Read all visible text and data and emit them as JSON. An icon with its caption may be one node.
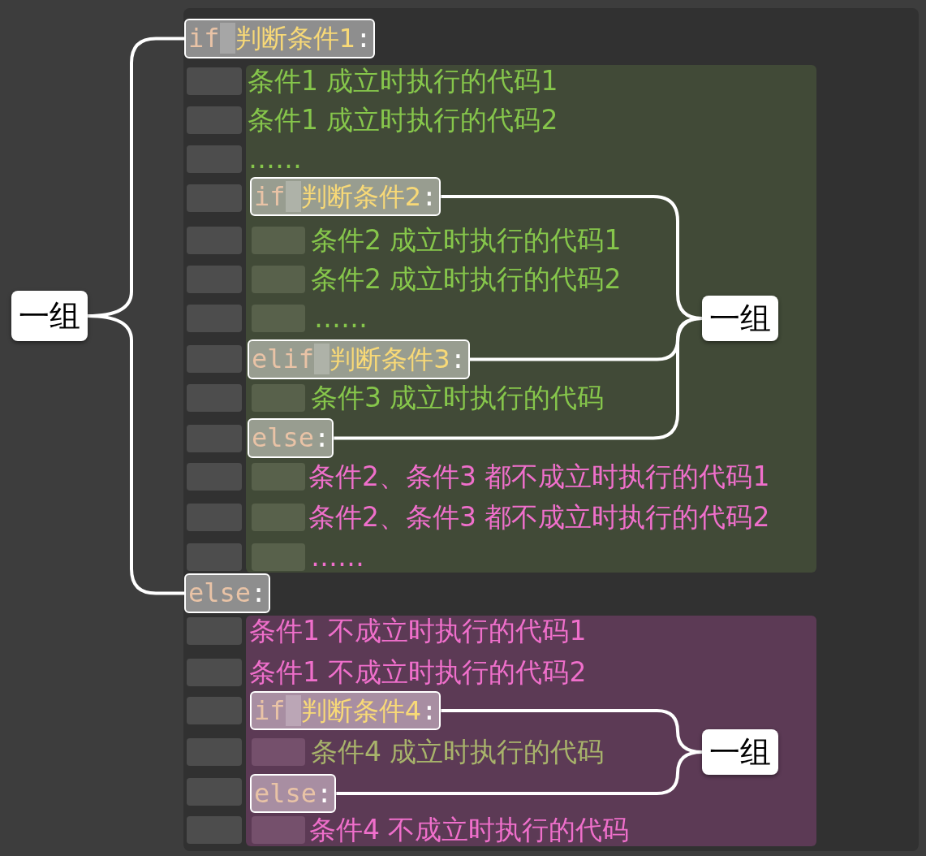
{
  "diagram": {
    "nodes": [
      {
        "text": [
          "一组"
        ]
      },
      {
        "text": [],
        "shape": "box"
      },
      {
        "text": [
          "if 判断条件1:"
        ],
        "in": 1
      },
      {
        "text": [
          "条件1 成立时执行的代码1",
          "条件1 成立时执行的代码2",
          "……",
          "条件2 成立时执行的代码1",
          "条件2 成立时执行的代码2",
          "……",
          "条件3 成立时执行的代码",
          "条件2、条件3 都不成立时执行的代码1",
          "条件2、条件3 都不成立时执行的代码2",
          "……"
        ],
        "in": 1
      },
      {
        "text": [
          "if 判断条件2:"
        ],
        "in": 3
      },
      {
        "text": [
          "一组"
        ],
        "in": 3
      },
      {
        "text": [
          "elif 判断条件3:"
        ],
        "in": 3
      },
      {
        "text": [
          "else:"
        ],
        "in": 3
      },
      {
        "text": [
          "else:"
        ],
        "in": 1
      },
      {
        "text": [
          "条件1 不成立时执行的代码1",
          "条件1 不成立时执行的代码2",
          "条件4 成立时执行的代码",
          "条件4 不成立时执行的代码"
        ],
        "in": 1
      },
      {
        "text": [
          "if 判断条件4:"
        ],
        "in": 9
      },
      {
        "text": [
          "一组"
        ],
        "in": 9
      },
      {
        "text": [
          "else:"
        ],
        "in": 9
      }
    ],
    "edges": [
      {
        "from": 0,
        "to": 2,
        "arrow": "none"
      },
      {
        "from": 0,
        "to": 8,
        "arrow": "none"
      },
      {
        "from": 5,
        "to": 4,
        "arrow": "none"
      },
      {
        "from": 5,
        "to": 6,
        "arrow": "none"
      },
      {
        "from": 5,
        "to": 7,
        "arrow": "none"
      },
      {
        "from": 11,
        "to": 10,
        "arrow": "none"
      },
      {
        "from": 11,
        "to": 12,
        "arrow": "none"
      }
    ]
  }
}
